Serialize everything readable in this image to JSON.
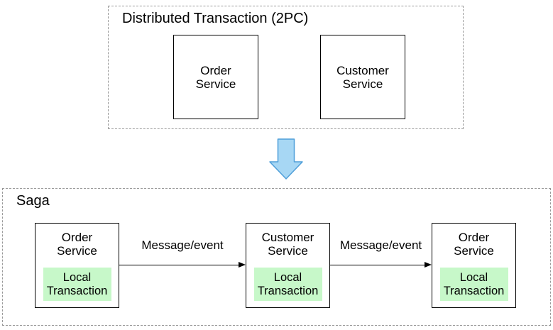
{
  "colors": {
    "dashed_border": "#999999",
    "box_border": "#000000",
    "text": "#000000",
    "local_fill": "#c7f8c9",
    "arrow_fill": "#a7d7f4",
    "arrow_stroke": "#4f9fd9"
  },
  "icons": {
    "transition_arrow": "down-block-arrow",
    "edge_arrowhead": "right-arrowhead"
  },
  "top_section": {
    "title": "Distributed Transaction (2PC)",
    "boxes": [
      {
        "label": "Order\nService"
      },
      {
        "label": "Customer\nService"
      }
    ]
  },
  "saga_section": {
    "title": "Saga",
    "nodes": [
      {
        "service": "Order\nService",
        "local": "Local\nTransaction"
      },
      {
        "service": "Customer\nService",
        "local": "Local\nTransaction"
      },
      {
        "service": "Order\nService",
        "local": "Local\nTransaction"
      }
    ],
    "edges": [
      {
        "label": "Message/event"
      },
      {
        "label": "Message/event"
      }
    ]
  }
}
